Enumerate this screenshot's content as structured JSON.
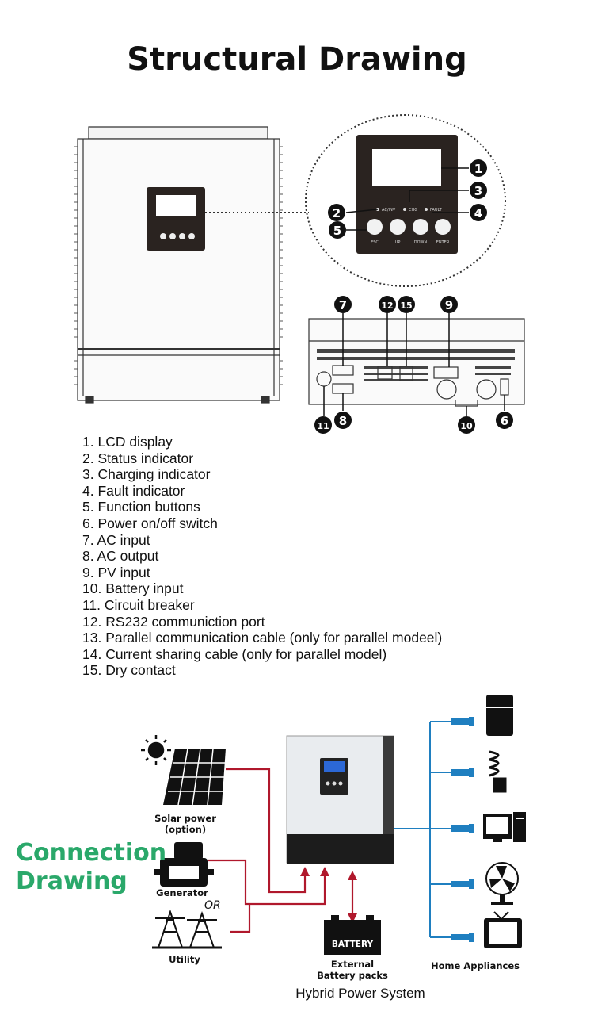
{
  "header": {
    "title": "Structural Drawing"
  },
  "front_panel": {
    "indicators": [
      "AC/INV",
      "CHG",
      "FAULT"
    ],
    "buttons": [
      "ESC",
      "UP",
      "DOWN",
      "ENTER"
    ]
  },
  "callout_numbers": [
    "1",
    "2",
    "3",
    "4",
    "5",
    "6",
    "7",
    "8",
    "9",
    "10",
    "11",
    "12",
    "15"
  ],
  "legend": {
    "items": [
      "1. LCD display",
      "2. Status indicator",
      "3. Charging indicator",
      "4. Fault indicator",
      "5. Function buttons",
      "6. Power on/off switch",
      "7. AC input",
      "8. AC output",
      "9. PV input",
      "10. Battery input",
      "11. Circuit breaker",
      "12. RS232 communiction port",
      "13. Parallel communication cable (only for parallel modeel)",
      "14. Current sharing cable (only for parallel model)",
      "15. Dry contact"
    ]
  },
  "connection": {
    "heading_line1": "Connection",
    "heading_line2": "Drawing",
    "solar_label_line1": "Solar power",
    "solar_label_line2": "(option)",
    "generator_label": "Generator",
    "or_label": "OR",
    "utility_label": "Utility",
    "battery_icon_text": "BATTERY",
    "battery_label_line1": "External",
    "battery_label_line2": "Battery packs",
    "appliances_label": "Home Appliances",
    "system_label": "Hybrid Power System",
    "colors": {
      "ac_line": "#b0182c",
      "output_line": "#1f7fc0",
      "accent_green": "#2aa86a"
    }
  }
}
